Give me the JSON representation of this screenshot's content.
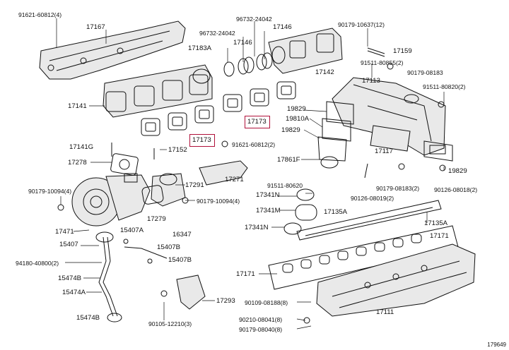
{
  "diagram_id": "179649",
  "highlight_color": "#b0103a",
  "labels": [
    {
      "id": "91621-60812(4)"
    },
    {
      "id": "17167"
    },
    {
      "id": "96732-24042"
    },
    {
      "id": "17146"
    },
    {
      "id": "90179-10637(12)"
    },
    {
      "id": "96732-24042"
    },
    {
      "id": "17183A"
    },
    {
      "id": "17146"
    },
    {
      "id": "17159"
    },
    {
      "id": "91511-80855(2)"
    },
    {
      "id": "90179-08183"
    },
    {
      "id": "17142"
    },
    {
      "id": "17113"
    },
    {
      "id": "91511-80820(2)"
    },
    {
      "id": "17141"
    },
    {
      "id": "19829"
    },
    {
      "id": "19810A"
    },
    {
      "id": "19829"
    },
    {
      "id": "17173"
    },
    {
      "id": "17173"
    },
    {
      "id": "17141G"
    },
    {
      "id": "17152"
    },
    {
      "id": "91621-60812(2)"
    },
    {
      "id": "17861F"
    },
    {
      "id": "17117"
    },
    {
      "id": "17278"
    },
    {
      "id": "19829"
    },
    {
      "id": "17271"
    },
    {
      "id": "91511-80620"
    },
    {
      "id": "90179-08183(2)"
    },
    {
      "id": "90126-08018(2)"
    },
    {
      "id": "17291"
    },
    {
      "id": "90179-10094(4)"
    },
    {
      "id": "17341N"
    },
    {
      "id": "90126-08019(2)"
    },
    {
      "id": "17279"
    },
    {
      "id": "90179-10094(4)"
    },
    {
      "id": "17341M"
    },
    {
      "id": "17135A"
    },
    {
      "id": "17471"
    },
    {
      "id": "15407A"
    },
    {
      "id": "16347"
    },
    {
      "id": "17341N"
    },
    {
      "id": "17135A"
    },
    {
      "id": "15407"
    },
    {
      "id": "15407B"
    },
    {
      "id": "17171"
    },
    {
      "id": "94180-40800(2)"
    },
    {
      "id": "15407B"
    },
    {
      "id": "15474B"
    },
    {
      "id": "17171"
    },
    {
      "id": "15474A"
    },
    {
      "id": "17293"
    },
    {
      "id": "90109-08188(8)"
    },
    {
      "id": "17111"
    },
    {
      "id": "90210-08041(8)"
    },
    {
      "id": "15474B"
    },
    {
      "id": "90105-12210(3)"
    },
    {
      "id": "90179-08040(8)"
    }
  ]
}
